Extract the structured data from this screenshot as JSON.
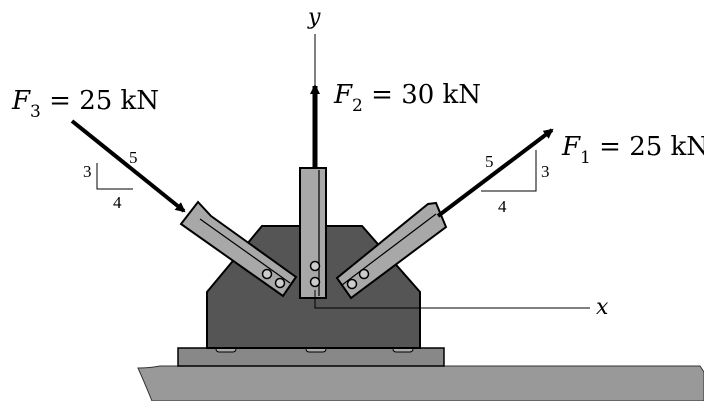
{
  "axes": {
    "x": "x",
    "y": "y"
  },
  "forces": {
    "f1": {
      "sym": "F",
      "sub": "1",
      "rest": " = 25 kN",
      "slope": {
        "hyp": "5",
        "rise": "3",
        "run": "4"
      }
    },
    "f2": {
      "sym": "F",
      "sub": "2",
      "rest": " = 30 kN"
    },
    "f3": {
      "sym": "F",
      "sub": "3",
      "rest": " = 25 kN",
      "slope": {
        "hyp": "5",
        "rise": "3",
        "run": "4"
      }
    }
  },
  "colors": {
    "block": "#555555",
    "member": "#a8a8a8",
    "base_plate": "#888888",
    "ground": "#999999",
    "arrow": "#000000"
  }
}
